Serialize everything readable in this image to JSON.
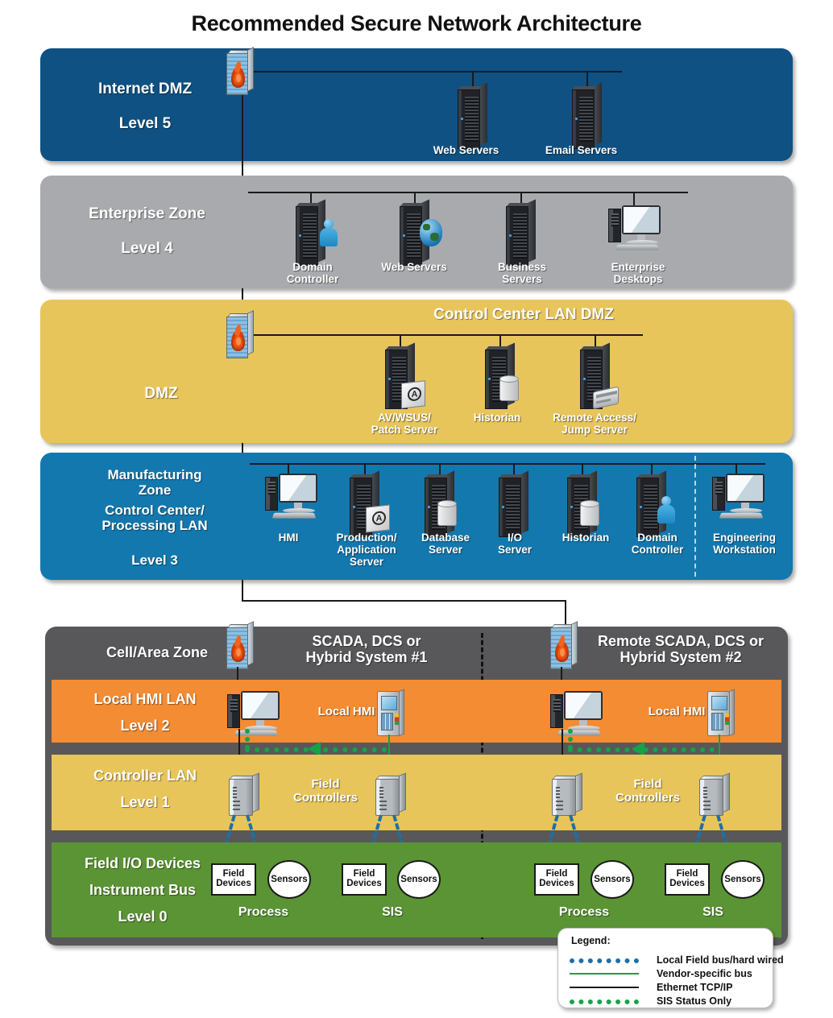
{
  "title": "Recommended Secure Network Architecture",
  "colors": {
    "internet_dmz": "#0f5183",
    "enterprise_zone": "#a8aaad",
    "dmz": "#e8c55b",
    "manufacturing_zone": "#1378ae",
    "cell_area_zone": "#58585a",
    "local_hmi_lan": "#f38c33",
    "controller_lan": "#e8c55b",
    "field_io": "#5b9434",
    "ethernet": "#1a1a1a",
    "local_field_bus": "#1f6fa5",
    "vendor_bus": "#15a04b",
    "sis_status": "#17a24a"
  },
  "zones": {
    "internet_dmz": {
      "name": "Internet DMZ",
      "level": "Level 5",
      "nodes": [
        {
          "label": "Web Servers",
          "icon": "server-rack-icon"
        },
        {
          "label": "Email Servers",
          "icon": "server-rack-icon"
        }
      ],
      "firewall": "firewall-icon"
    },
    "enterprise_zone": {
      "name": "Enterprise Zone",
      "level": "Level 4",
      "nodes": [
        {
          "label": "Domain\nController",
          "icon": "server-rack-user-icon"
        },
        {
          "label": "Web Servers",
          "icon": "server-rack-globe-icon"
        },
        {
          "label": "Business\nServers",
          "icon": "server-rack-icon"
        },
        {
          "label": "Enterprise\nDesktops",
          "icon": "desktop-workstation-icon"
        }
      ]
    },
    "dmz": {
      "name": "DMZ",
      "lan_title": "Control Center LAN DMZ",
      "firewall": "firewall-icon",
      "nodes": [
        {
          "label": "AV/WSUS/\nPatch Server",
          "icon": "server-rack-antivirus-icon"
        },
        {
          "label": "Historian",
          "icon": "server-rack-database-icon"
        },
        {
          "label": "Remote Access/\nJump Server",
          "icon": "server-rack-remote-icon"
        }
      ]
    },
    "manufacturing_zone": {
      "name": "Manufacturing\nZone",
      "lan": "Control Center/\nProcessing LAN",
      "level": "Level 3",
      "nodes": [
        {
          "label": "HMI",
          "icon": "desktop-workstation-icon"
        },
        {
          "label": "Production/\nApplication\nServer",
          "icon": "server-rack-antivirus-icon"
        },
        {
          "label": "Database\nServer",
          "icon": "server-rack-database-icon"
        },
        {
          "label": "I/O\nServer",
          "icon": "server-rack-icon"
        },
        {
          "label": "Historian",
          "icon": "server-rack-database-icon"
        },
        {
          "label": "Domain\nController",
          "icon": "server-rack-user-icon"
        },
        {
          "label": "Engineering\nWorkstation",
          "icon": "desktop-workstation-icon"
        }
      ]
    },
    "cell_area_zone": {
      "name": "Cell/Area Zone",
      "systems": [
        "SCADA, DCS or\nHybrid System #1",
        "Remote SCADA, DCS or\nHybrid System #2"
      ],
      "bands": {
        "local_hmi_lan": {
          "name": "Local HMI LAN",
          "level": "Level 2",
          "node_label": "Local HMI"
        },
        "controller_lan": {
          "name": "Controller LAN",
          "level": "Level 1",
          "node_label": "Field\nControllers"
        },
        "field_io": {
          "name": "Field I/O Devices",
          "bus": "Instrument Bus",
          "level": "Level 0",
          "device_label": "Field\nDevices",
          "sensor_label": "Sensors",
          "groups": [
            "Process",
            "SIS"
          ]
        }
      }
    }
  },
  "legend": {
    "title": "Legend:",
    "entries": [
      {
        "label": "Local Field bus/hard wired",
        "style": "blue-dotted"
      },
      {
        "label": "Vendor-specific bus",
        "style": "green-solid"
      },
      {
        "label": "Ethernet TCP/IP",
        "style": "black-solid"
      },
      {
        "label": "SIS Status Only",
        "style": "green-dotted"
      }
    ]
  }
}
